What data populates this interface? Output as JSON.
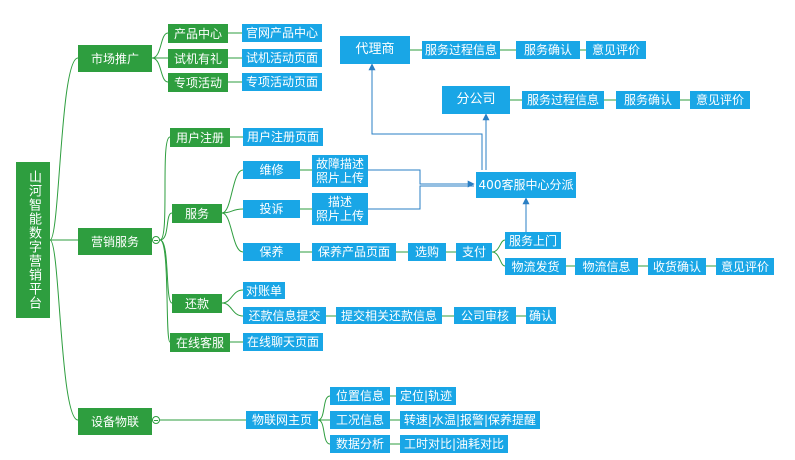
{
  "root": "山河智能数字营销平台",
  "market": {
    "label": "市场推广",
    "items": [
      {
        "label": "产品中心",
        "page": "官网产品中心"
      },
      {
        "label": "试机有礼",
        "page": "试机活动页面"
      },
      {
        "label": "专项活动",
        "page": "专项活动页面"
      }
    ]
  },
  "sales": {
    "label": "营销服务",
    "register": {
      "label": "用户注册",
      "page": "用户注册页面"
    },
    "service": {
      "label": "服务",
      "repair": {
        "label": "维修",
        "detail_1": "故障描述",
        "detail_2": "照片上传"
      },
      "complaint": {
        "label": "投诉",
        "detail_1": "描述",
        "detail_2": "照片上传"
      },
      "maintain": {
        "label": "保养",
        "page": "保养产品页面",
        "select": "选购",
        "pay": "支付",
        "onsite": "服务上门",
        "ship": "物流发货",
        "logistics": "物流信息",
        "receipt": "收货确认",
        "review": "意见评价"
      }
    },
    "repay": {
      "label": "还款",
      "statement": "对账单",
      "submit": "还款信息提交",
      "submit_info": "提交相关还款信息",
      "audit": "公司审核",
      "confirm": "确认"
    },
    "online": {
      "label": "在线客服",
      "page": "在线聊天页面"
    }
  },
  "iot": {
    "label": "设备物联",
    "home": "物联网主页",
    "location": {
      "label": "位置信息",
      "detail": "定位|轨迹"
    },
    "work": {
      "label": "工况信息",
      "detail": "转速|水温|报警|保养提醒"
    },
    "analysis": {
      "label": "数据分析",
      "detail": "工时对比|油耗对比"
    }
  },
  "call_center": "400客服中心分派",
  "agent": {
    "label": "代理商",
    "info": "服务过程信息",
    "confirm": "服务确认",
    "review": "意见评价"
  },
  "branch": {
    "label": "分公司",
    "info": "服务过程信息",
    "confirm": "服务确认",
    "review": "意见评价"
  },
  "colors": {
    "green": "#2e9e3f",
    "blue": "#19a6e6",
    "line": "#2e9e3f",
    "arrow": "#2a7fc4"
  }
}
